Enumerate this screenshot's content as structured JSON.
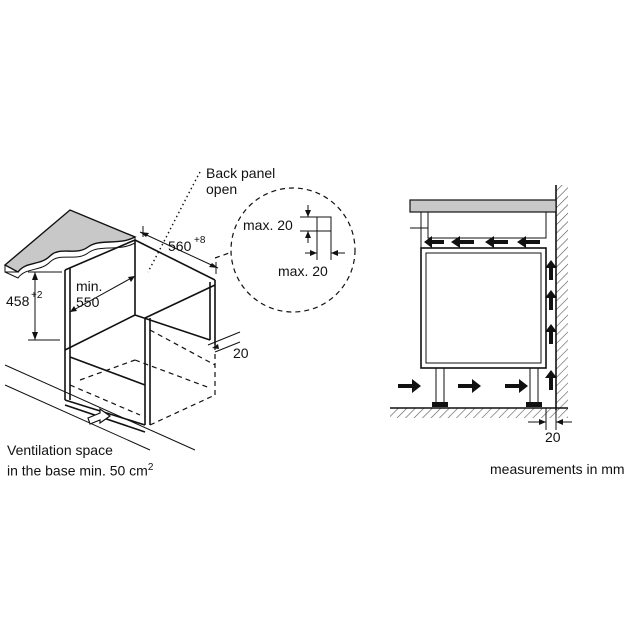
{
  "labels": {
    "back_panel_line1": "Back panel",
    "back_panel_line2": "open",
    "width_value": "560",
    "width_tolerance": "+8",
    "height_value": "458",
    "height_tolerance": "+2",
    "depth_line1": "min.",
    "depth_line2": "550",
    "side_gap": "20",
    "detail_top": "max. 20",
    "detail_bottom": "max. 20",
    "ventilation_line1": "Ventilation space",
    "ventilation_line2": "in the base min. 50 cm",
    "ventilation_unit_sup": "2",
    "wall_gap": "20",
    "units_note": "measurements in mm"
  },
  "colors": {
    "line": "#111111",
    "worktop_fill": "#c8c8c8",
    "hatch": "#555555"
  }
}
